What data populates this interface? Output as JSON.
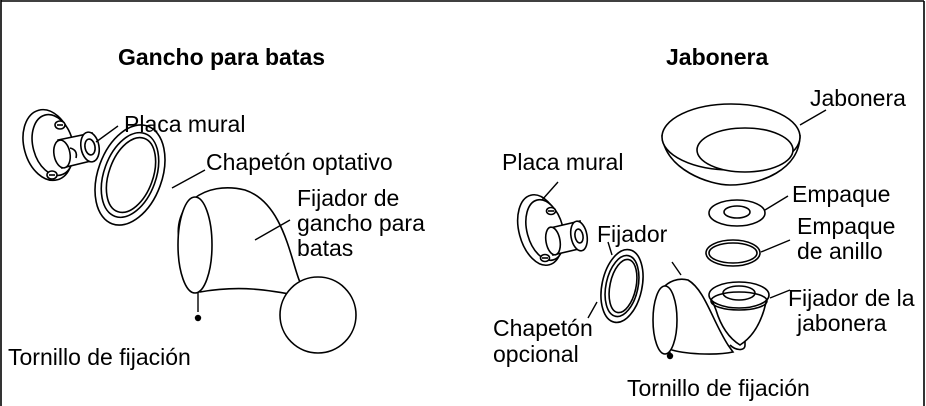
{
  "robe_hook": {
    "title": "Gancho para batas",
    "labels": {
      "wall_plate": "Placa mural",
      "escutcheon": "Chapetón optativo",
      "fixture_line1": "Fijador de",
      "fixture_line2": "gancho para",
      "fixture_line3": "batas",
      "set_screw": "Tornillo de fijación"
    }
  },
  "soap_dish": {
    "title": "Jabonera",
    "labels": {
      "dish": "Jabonera",
      "wall_plate": "Placa mural",
      "gasket": "Empaque",
      "ring_gasket_line1": "Empaque",
      "ring_gasket_line2": "de anillo",
      "fixture": "Fijador",
      "dish_holder_line1": "Fijador de la",
      "dish_holder_line2": "jabonera",
      "escutcheon_line1": "Chapetón",
      "escutcheon_line2": "opcional",
      "set_screw": "Tornillo de fijación"
    }
  },
  "colors": {
    "ink": "#000000",
    "paper": "#ffffff"
  }
}
